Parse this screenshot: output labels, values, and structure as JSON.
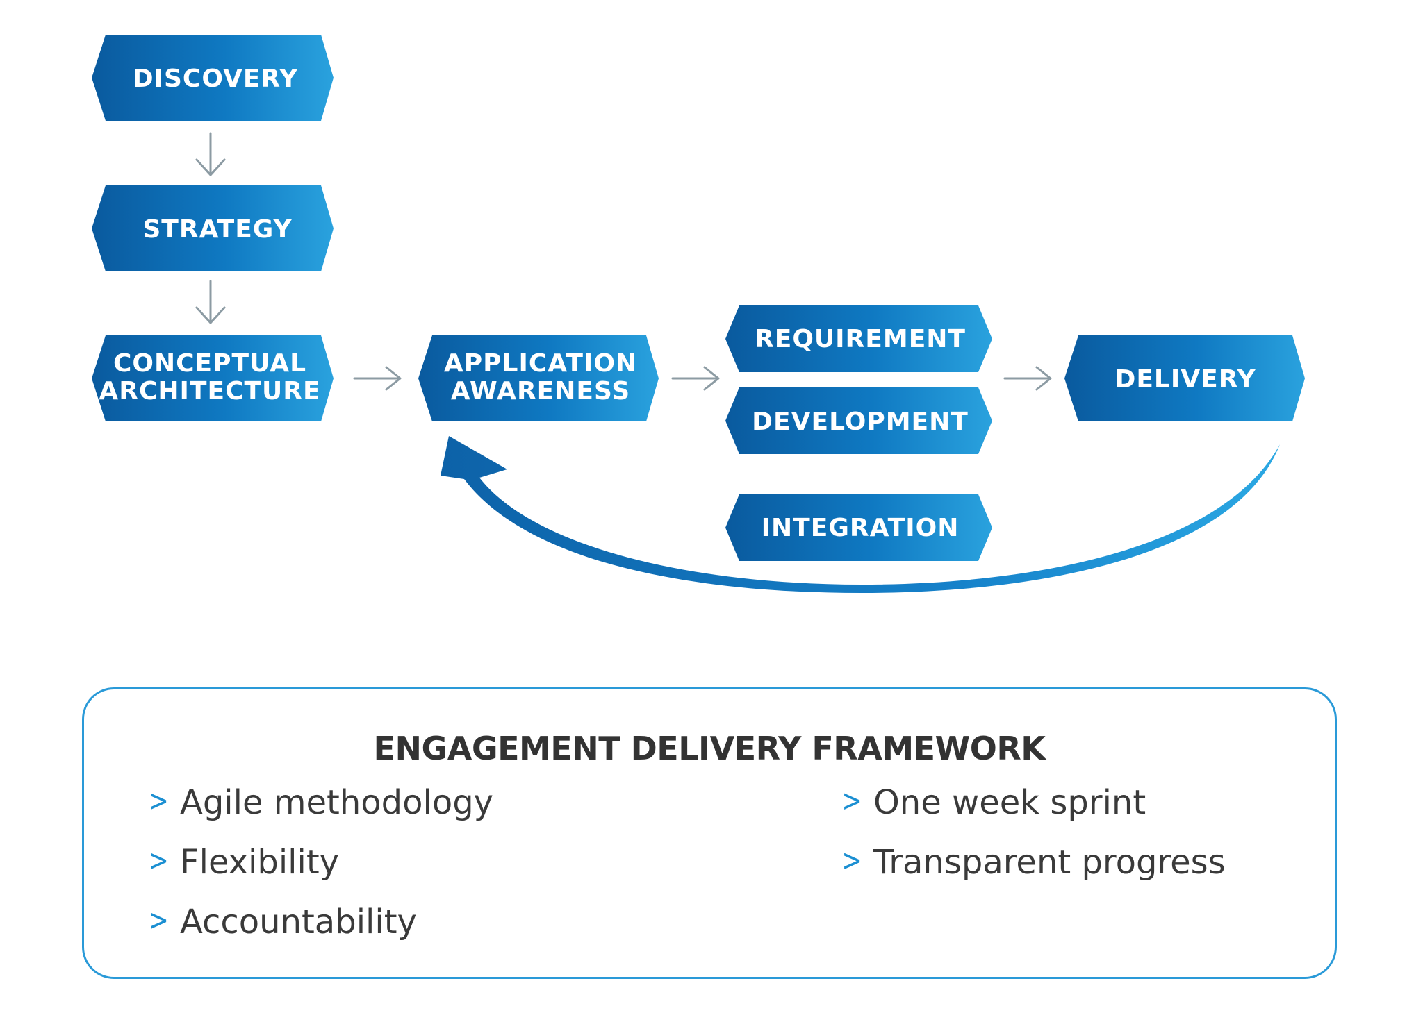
{
  "diagram": {
    "stages": {
      "discovery": "DISCOVERY",
      "strategy": "STRATEGY",
      "conceptual_architecture": [
        "CONCEPTUAL",
        "ARCHITECTURE"
      ],
      "application_awareness": [
        "APPLICATION",
        "AWARENESS"
      ],
      "requirement": "REQUIREMENT",
      "development": "DEVELOPMENT",
      "integration": "INTEGRATION",
      "delivery": "DELIVERY"
    },
    "colors": {
      "box_dark": "#0a5a9e",
      "box_light": "#2aa2de",
      "arrow": "#8c9ba3",
      "loop_arrow": "#1a7cc6"
    }
  },
  "framework": {
    "title": "ENGAGEMENT DELIVERY FRAMEWORK",
    "bullet_glyph": ">",
    "left_items": [
      "Agile methodology",
      "Flexibility",
      "Accountability"
    ],
    "right_items": [
      "One week sprint",
      "Transparent progress"
    ],
    "border_color": "#2a9ad8"
  }
}
